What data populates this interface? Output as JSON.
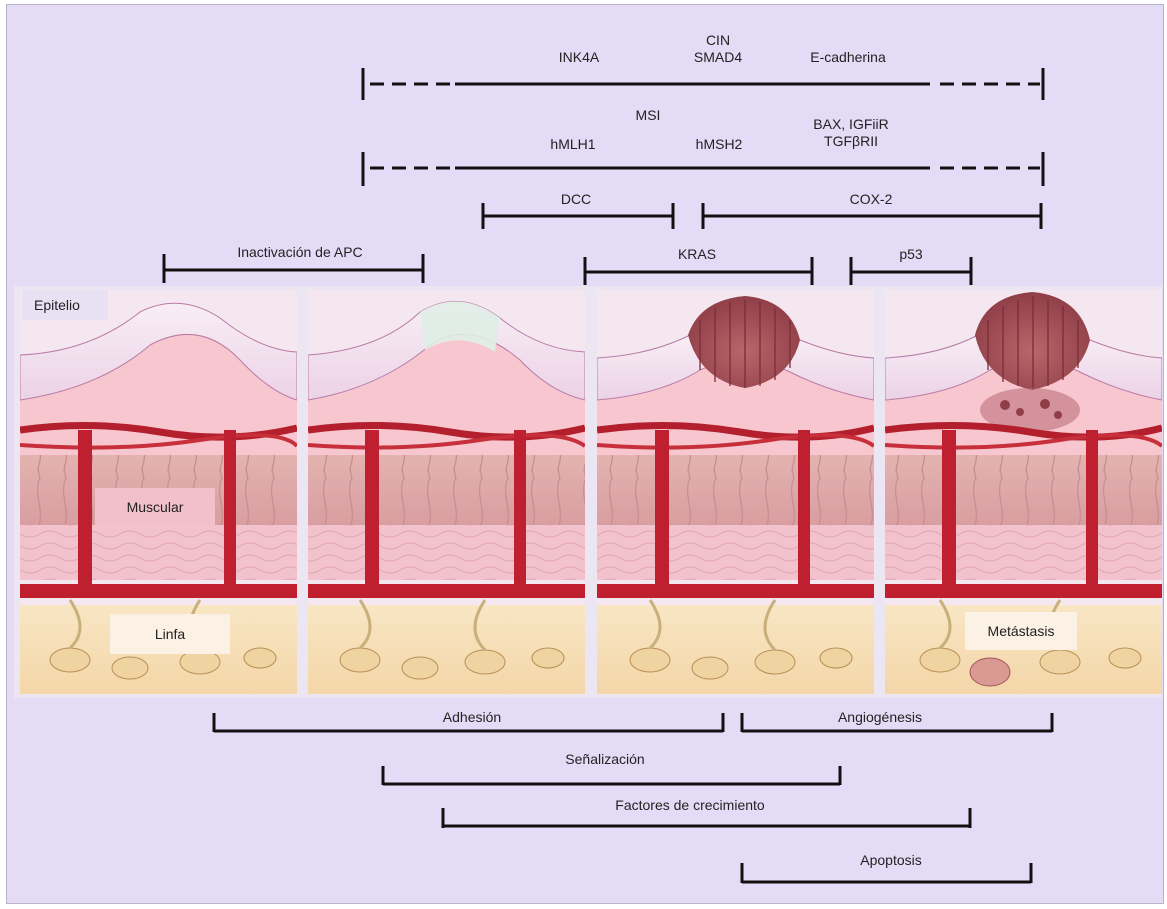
{
  "gene_bars": {
    "cin_row": {
      "ink4a": "INK4A",
      "cin": "CIN",
      "smad4": "SMAD4",
      "ecadherina": "E-cadherina"
    },
    "msi_row": {
      "hmlh1": "hMLH1",
      "msi": "MSI",
      "hmsh2": "hMSH2",
      "bax": "BAX, IGFiiR",
      "tgf": "TGFβRII"
    },
    "dcc": "DCC",
    "cox2": "COX-2",
    "apc": "Inactivación de APC",
    "kras": "KRAS",
    "p53": "p53"
  },
  "tissue_labels": {
    "epitelio": "Epitelio",
    "muscular": "Muscular",
    "linfa": "Linfa",
    "metastasis": "Metástasis"
  },
  "process_bars": {
    "adhesion": "Adhesión",
    "angiogenesis": "Angiogénesis",
    "senalizacion": "Señalización",
    "factores": "Factores de crecimiento",
    "apoptosis": "Apoptosis"
  },
  "colors": {
    "background": "#e4dcf6",
    "bracket": "#111111",
    "epithelium": "#f3dcea",
    "nucleus": "#6d78b8",
    "lamina": "#f7c9cf",
    "vessel": "#c0202e",
    "muscle": "#dfa6a9",
    "fat": "#f7dfb8",
    "tumor": "#a8545c"
  }
}
